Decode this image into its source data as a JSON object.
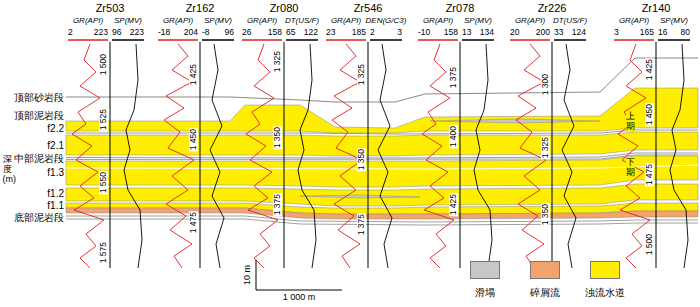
{
  "diagram": {
    "labels": [
      "顶部砂岩段",
      "顶部泥岩段",
      "f2.2",
      "f2.1",
      "中部泥岩段",
      "f1.3",
      "f1.2",
      "f1.1",
      "底部泥岩段",
      "深度(m)",
      "Zr503",
      "GR(API)",
      "SP(MV)",
      "2",
      "223",
      "96",
      "223",
      "1 500",
      "1 525",
      "1 550",
      "1 575",
      "Zr162",
      "GR(API)",
      "SP(MV)",
      "-18",
      "204",
      "-8",
      "96",
      "1 425",
      "1 450",
      "1 475",
      "Zr080",
      "GR(API)",
      "DT(US/F)",
      "26",
      "158",
      "65",
      "122",
      "1 325",
      "1 350",
      "1 375",
      "Zr546",
      "GR(API)",
      "DEN(G/C3)",
      "23",
      "185",
      "2",
      "3",
      "1 325",
      "1 350",
      "1 375",
      "Zr078",
      "GR(API)",
      "SP(MV)",
      "-10",
      "158",
      "13",
      "134",
      "1 375",
      "1 400",
      "1 425",
      "Zr226",
      "GR(API)",
      "DT(US/F)",
      "20",
      "200",
      "33",
      "124",
      "1 300",
      "1 325",
      "1 350",
      "Zr140",
      "GR(API)",
      "SP(MV)",
      "3",
      "165",
      "16",
      "80",
      "1 425",
      "1 450",
      "1 475",
      "1 500",
      "上期",
      "下期",
      "10 m",
      "1 000 m"
    ],
    "legend": [
      {
        "text": "滑塌",
        "color": "#c8c8c8"
      },
      {
        "text": "碎屑流",
        "color": "#f2a46c"
      },
      {
        "text": "浊流水道",
        "color": "#ffee00"
      }
    ]
  }
}
